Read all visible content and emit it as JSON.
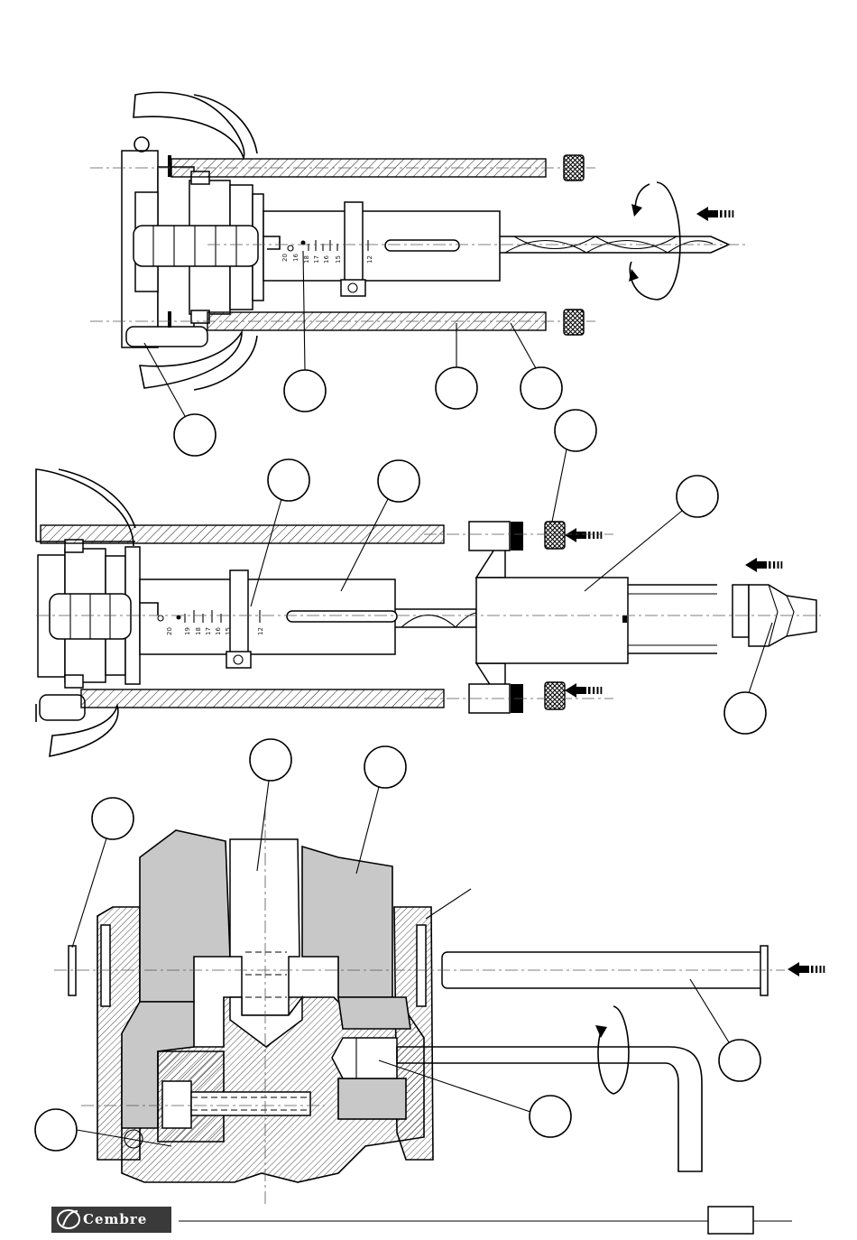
{
  "figure_1": {
    "scale_labels": [
      "20",
      "16",
      "18",
      "17",
      "16",
      "15",
      "12"
    ]
  },
  "figure_2": {
    "scale_labels": [
      "20",
      "19",
      "18",
      "17",
      "16",
      "15",
      "12"
    ]
  },
  "footer": {
    "brand": "Cembre",
    "page_number": ""
  },
  "colors": {
    "ink": "#000000",
    "section_fill": "#c8c8c8",
    "logo_bg": "#3a3a3a"
  }
}
